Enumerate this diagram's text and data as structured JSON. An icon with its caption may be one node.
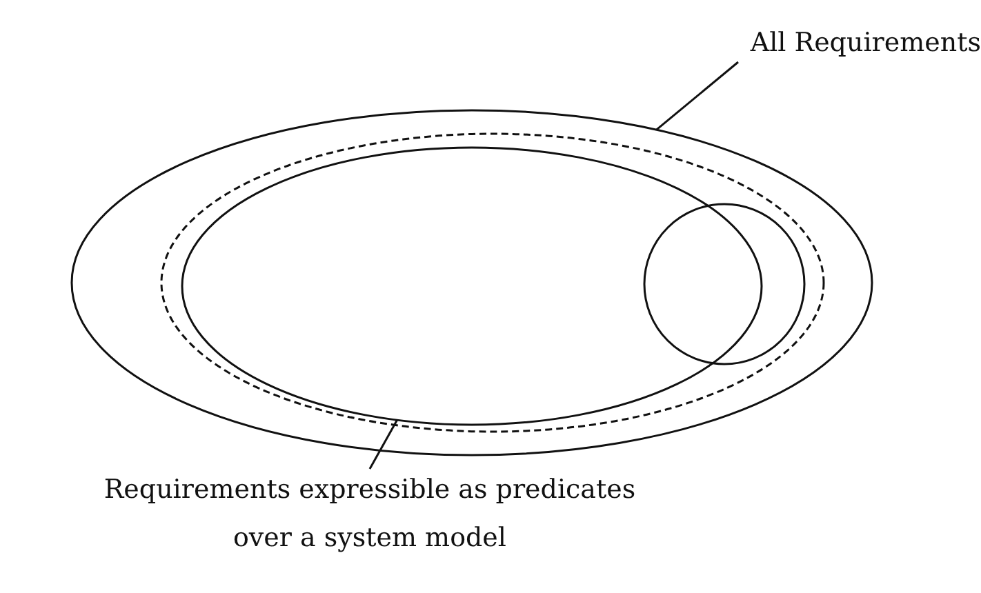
{
  "diagram": {
    "nodes": [
      {
        "text": [
          "All Requirements"
        ]
      },
      {
        "text": [],
        "shape": "ellipse"
      },
      {
        "text": [],
        "shape": "ellipse",
        "in": 1
      },
      {
        "text": [],
        "shape": "ellipse",
        "in": 2
      },
      {
        "text": [],
        "shape": "circle",
        "in": 2
      },
      {
        "text": [
          "Requirements expressible as predicates over a system model"
        ]
      }
    ],
    "edges": [
      {
        "from": 0,
        "to": 1,
        "arrow": "none"
      },
      {
        "from": 5,
        "to": 3,
        "arrow": "none"
      }
    ]
  }
}
